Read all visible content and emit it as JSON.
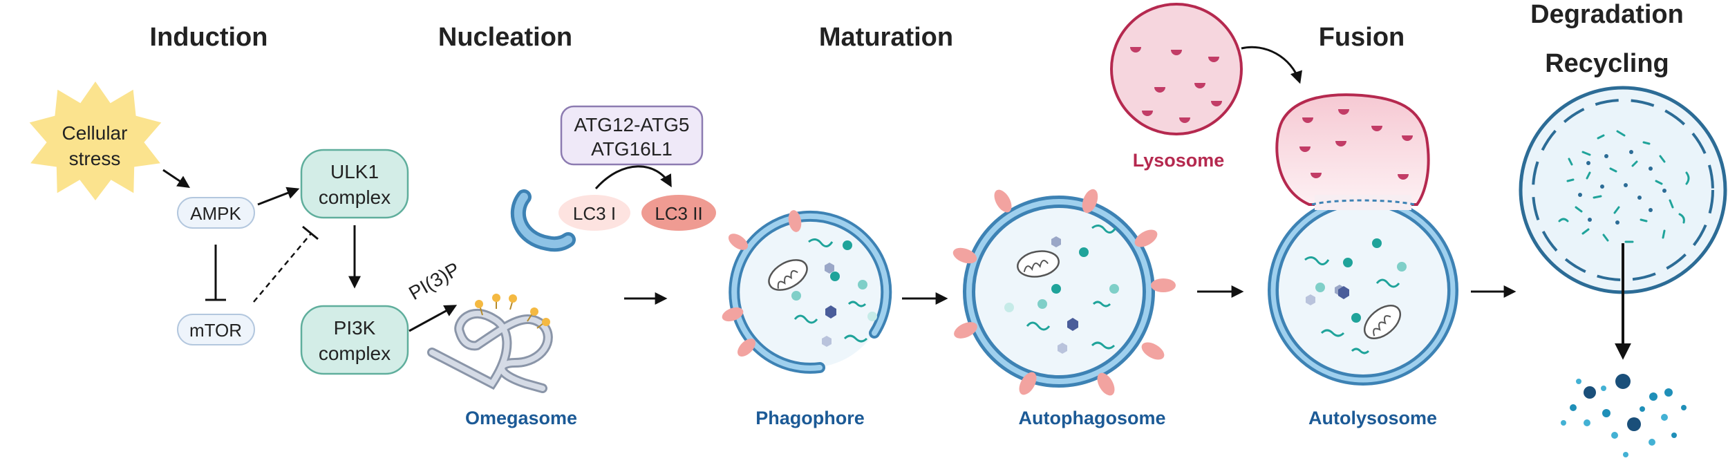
{
  "stages": {
    "induction": "Induction",
    "nucleation": "Nucleation",
    "maturation": "Maturation",
    "fusion": "Fusion",
    "degradation": "Degradation",
    "recycling": "Recycling"
  },
  "induction": {
    "stress_line1": "Cellular",
    "stress_line2": "stress",
    "ampk": "AMPK",
    "mtor": "mTOR",
    "ulk1_line1": "ULK1",
    "ulk1_line2": "complex",
    "pi3k_line1": "PI3K",
    "pi3k_line2": "complex"
  },
  "nucleation": {
    "pi3p": "PI(3)P",
    "atg_line1": "ATG12-ATG5",
    "atg_line2": "ATG16L1",
    "lc3_1": "LC3 I",
    "lc3_2": "LC3 II"
  },
  "captions": {
    "omegasome": "Omegasome",
    "phagophore": "Phagophore",
    "autophagosome": "Autophagosome",
    "autolysosome": "Autolysosome",
    "lysosome": "Lysosome"
  },
  "colors": {
    "teal": "#1fa39a",
    "membrane_blue": "#3d82b4",
    "lysosome_red": "#b5294f",
    "caption_blue": "#1c5a96",
    "pink_protein": "#f2a3a0",
    "star_yellow": "#fbe38e"
  }
}
